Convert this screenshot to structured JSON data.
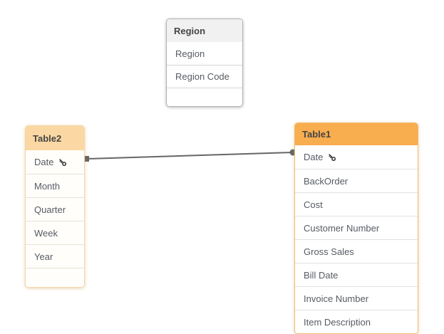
{
  "colors": {
    "canvas_background": "#ffffff",
    "connector": "#666666",
    "region_header_bg": "#f1f1f1",
    "region_border": "#b3b3b3",
    "table2_header_bg": "#fbd8a3",
    "table1_header_bg": "#f8ad4e",
    "orange_border": "#f1bc72",
    "header_text": "#454545",
    "field_text": "#565b63"
  },
  "tables": {
    "region": {
      "title": "Region",
      "fields": [
        {
          "name": "Region"
        },
        {
          "name": "Region Code"
        }
      ]
    },
    "table2": {
      "title": "Table2",
      "fields": [
        {
          "name": "Date",
          "key": true
        },
        {
          "name": "Month"
        },
        {
          "name": "Quarter"
        },
        {
          "name": "Week"
        },
        {
          "name": "Year"
        }
      ]
    },
    "table1": {
      "title": "Table1",
      "fields": [
        {
          "name": "Date",
          "key": true
        },
        {
          "name": "BackOrder"
        },
        {
          "name": "Cost"
        },
        {
          "name": "Customer Number"
        },
        {
          "name": "Gross Sales"
        },
        {
          "name": "Bill Date"
        },
        {
          "name": "Invoice Number"
        },
        {
          "name": "Item Description"
        }
      ]
    }
  },
  "connector": {
    "from_table": "Table2",
    "from_field": "Date",
    "to_table": "Table1",
    "to_field": "Date"
  }
}
